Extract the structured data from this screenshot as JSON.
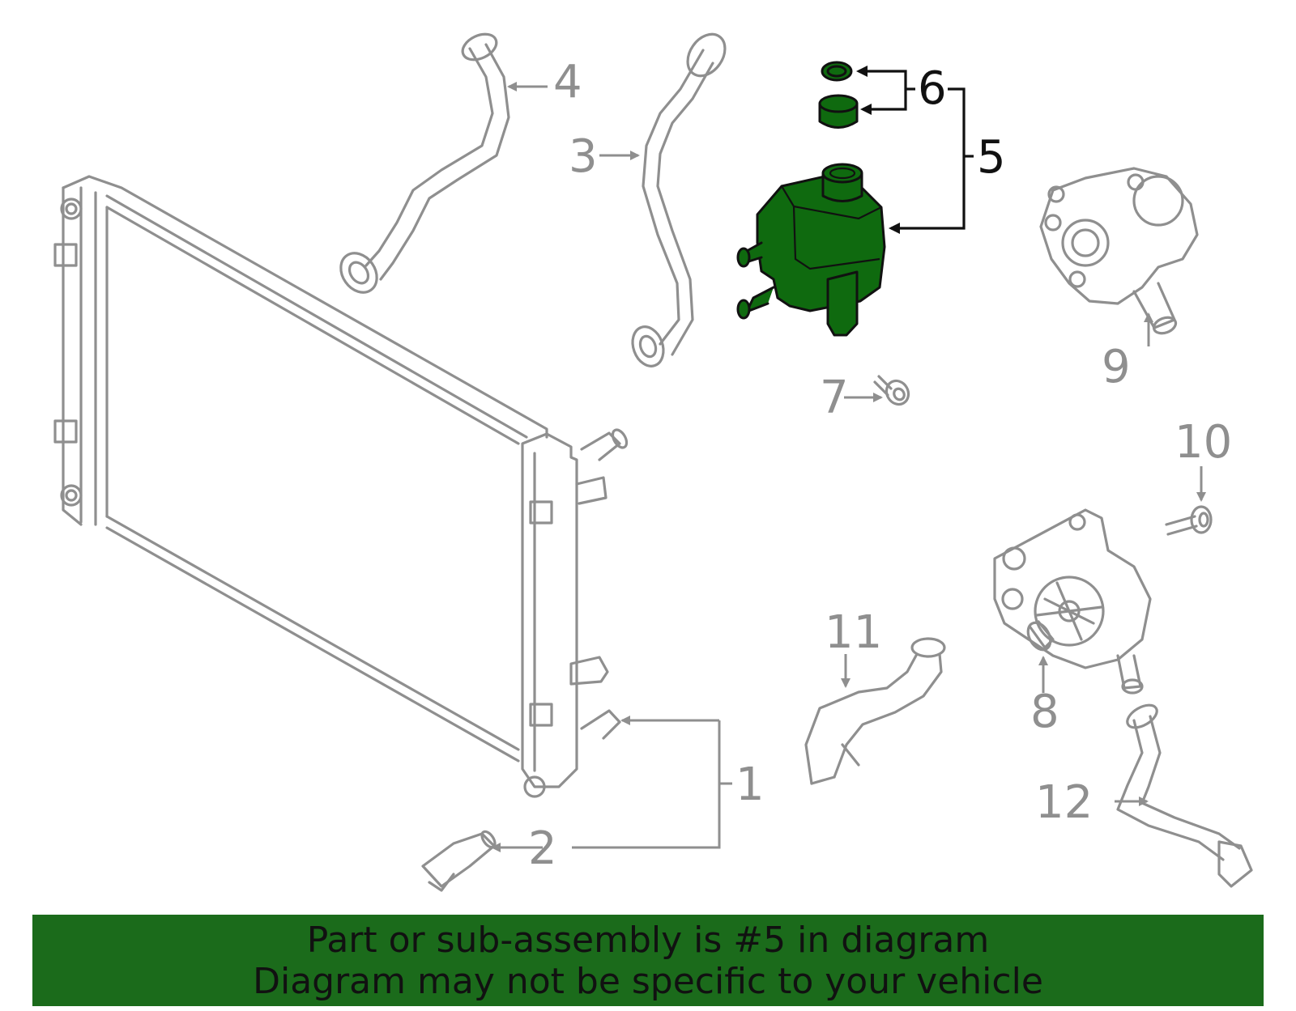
{
  "callouts": {
    "c1": "1",
    "c2": "2",
    "c3": "3",
    "c4": "4",
    "c5": "5",
    "c6": "6",
    "c7": "7",
    "c8": "8",
    "c9": "9",
    "c10": "10",
    "c11": "11",
    "c12": "12"
  },
  "highlighted_part": "5",
  "colors": {
    "highlight": "#0f6a0f",
    "line_art": "#8f8f8f",
    "banner": "#1b6b1b"
  },
  "banner": {
    "line1": "Part or sub-assembly is #5 in diagram",
    "line2": "Diagram may not be specific to your vehicle"
  }
}
